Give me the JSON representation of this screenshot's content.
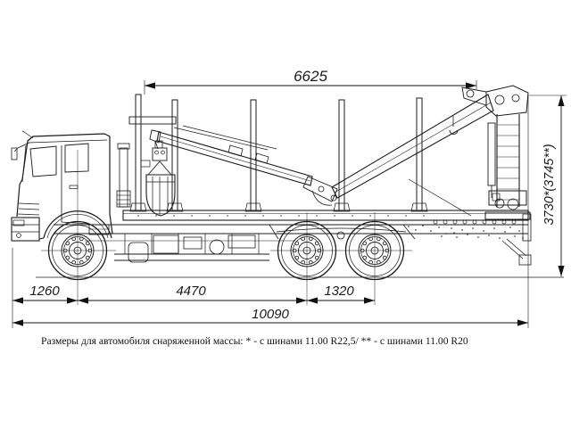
{
  "figure": {
    "type": "technical-drawing",
    "subject": "Logging truck with rear-mounted loader crane and grapple, side elevation with overall dimensions",
    "caption": "Размеры для автомобиля снаряженной массы: * - с шинами 11.00 R22,5/ ** - с шинами 11.00 R20",
    "dimensions": {
      "platform_length": "6625",
      "front_overhang": "1260",
      "wheelbase": "4470",
      "rear_bogie_base": "1320",
      "overall_length": "10090",
      "overall_height": "3730*(3745**)"
    },
    "colors": {
      "line": "#1b1b1b",
      "background": "#ffffff"
    }
  }
}
